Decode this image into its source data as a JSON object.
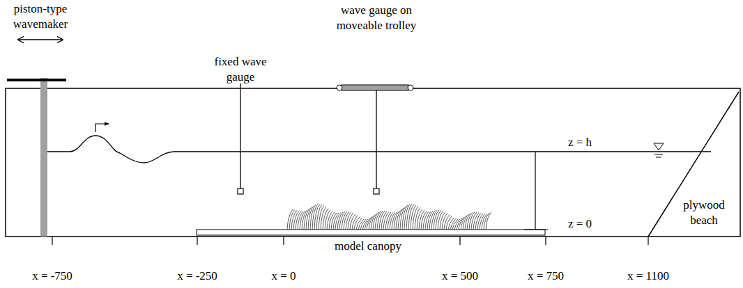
{
  "diagram": {
    "labels": [
      "piston-type wavemaker",
      "fixed wave gauge",
      "wave gauge on moveable trolley",
      "z = h",
      "z = 0",
      "plywood beach",
      "model canopy",
      "x = -750",
      "x = -250",
      "x = 0",
      "x = 500",
      "x = 750",
      "x = 1100"
    ]
  }
}
